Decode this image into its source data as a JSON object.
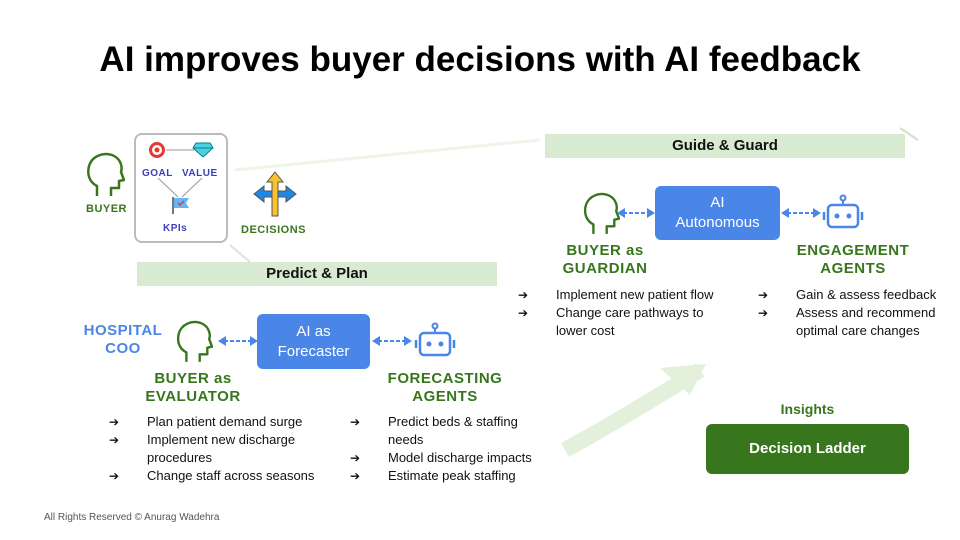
{
  "title": "AI improves buyer decisions with AI feedback",
  "guide_band": "Guide & Guard",
  "predict_band": "Predict & Plan",
  "buyer_top_label": "BUYER",
  "kpi_box": {
    "goal": "GOAL",
    "value": "VALUE",
    "kpis": "KPIs"
  },
  "decisions_label": "DECISIONS",
  "hospital_coo": [
    "HOSPITAL",
    "COO"
  ],
  "ai_forecaster": [
    "AI as",
    "Forecaster"
  ],
  "ai_autonomous": [
    "AI",
    "Autonomous"
  ],
  "buyer_evaluator": [
    "BUYER as",
    "EVALUATOR"
  ],
  "forecasting_agents": [
    "FORECASTING",
    "AGENTS"
  ],
  "buyer_guardian": [
    "BUYER as",
    "GUARDIAN"
  ],
  "engagement_agents": [
    "ENGAGEMENT",
    "AGENTS"
  ],
  "evaluator_items": [
    "Plan patient demand surge",
    "Implement new discharge procedures",
    "Change staff across seasons"
  ],
  "forecasting_items": [
    "Predict beds & staffing needs",
    "Model discharge impacts",
    "Estimate peak staffing"
  ],
  "guardian_items": [
    "Implement new patient flow",
    "Change care pathways to lower cost"
  ],
  "engagement_items": [
    "Gain & assess feedback",
    "Assess and recommend optimal care changes"
  ],
  "insights_label": "Insights",
  "decision_ladder": "Decision Ladder",
  "footer": "All Rights Reserved © Anurag Wadehra",
  "colors": {
    "green": "#38761d",
    "blue": "#4a86e8",
    "band": "#d9ead3",
    "arrow": "#e6f2e0"
  }
}
